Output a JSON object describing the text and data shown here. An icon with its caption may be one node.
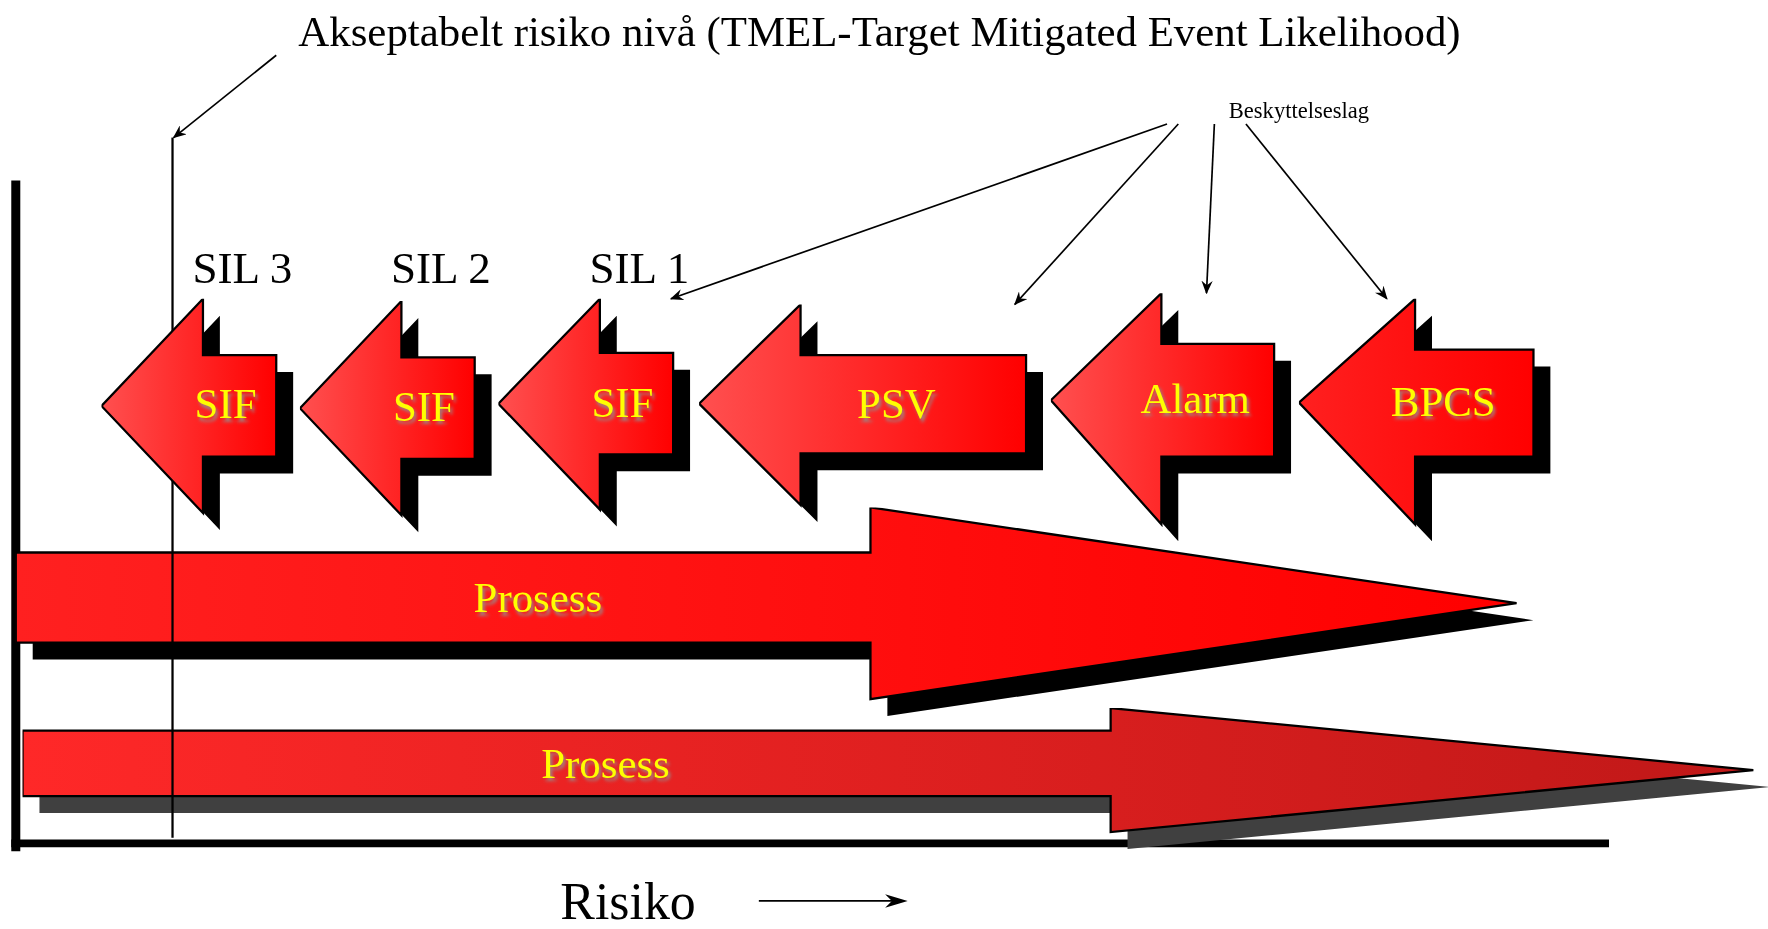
{
  "diagram": {
    "nodes": [
      {
        "text": [
          "Akseptabelt risiko nivå (TMEL-Target Mitigated Event Likelihood)"
        ]
      },
      {
        "text": [],
        "shape": "line"
      },
      {
        "text": [
          "Beskyttelseslag"
        ]
      },
      {
        "text": [
          "SIF"
        ],
        "beside": [
          "SIL 3"
        ]
      },
      {
        "text": [
          "SIF"
        ],
        "beside": [
          "SIL 2"
        ]
      },
      {
        "text": [
          "SIF"
        ],
        "beside": [
          "SIL 1"
        ]
      },
      {
        "text": [
          "PSV"
        ]
      },
      {
        "text": [
          "Alarm"
        ]
      },
      {
        "text": [
          "BPCS"
        ]
      },
      {
        "text": [
          "Prosess"
        ]
      },
      {
        "text": [
          "Prosess"
        ]
      }
    ],
    "edges": [
      {
        "from": 0,
        "to": 1,
        "arrow": "to"
      },
      {
        "from": 2,
        "to": 5,
        "arrow": "to"
      },
      {
        "from": 2,
        "to": 6,
        "arrow": "to"
      },
      {
        "from": 2,
        "to": 7,
        "arrow": "to"
      },
      {
        "from": 2,
        "to": 8,
        "arrow": "to"
      }
    ],
    "labels": [
      "Risiko"
    ]
  }
}
